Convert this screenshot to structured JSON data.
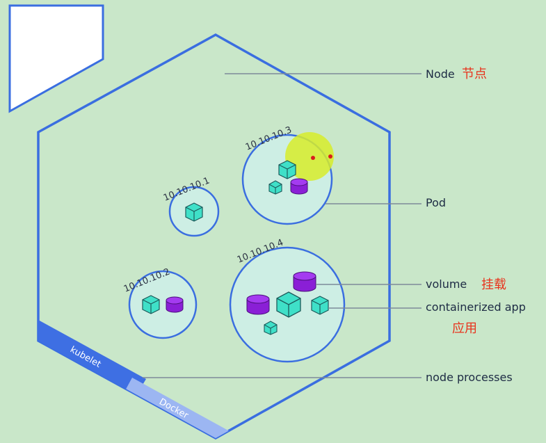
{
  "labels": {
    "node": "Node",
    "node_cn": "节点",
    "pod": "Pod",
    "volume": "volume",
    "volume_cn": "挂载",
    "containerized_app": "containerized app",
    "containerized_app_cn": "应用",
    "node_processes": "node processes"
  },
  "pods": [
    {
      "ip": "10.10.10.1"
    },
    {
      "ip": "10.10.10.2"
    },
    {
      "ip": "10.10.10.3"
    },
    {
      "ip": "10.10.10.4"
    }
  ],
  "processes": {
    "kubelet": "kubelet",
    "docker": "Docker"
  },
  "colors": {
    "background": "#c9e7c9",
    "node_border": "#3a6ee0",
    "container": "#3fe0c8",
    "volume": "#8a1fd6",
    "annotation_cn": "#e8331c",
    "highlight": "#d7ec2a",
    "kubelet_band": "#3e6fe3",
    "docker_band": "#9cb6f2"
  }
}
